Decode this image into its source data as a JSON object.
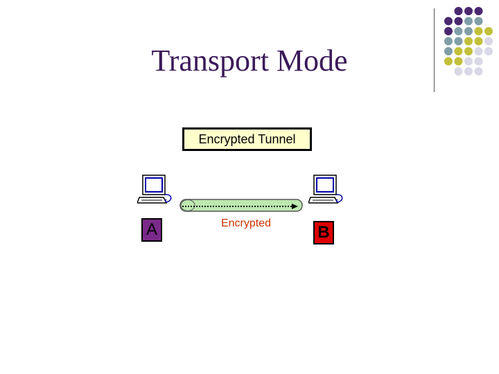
{
  "slide": {
    "title": "Transport Mode",
    "tunnel_label": "Encrypted Tunnel",
    "link_label": "Encrypted",
    "host_a_label": "A",
    "host_b_label": "B"
  },
  "colors": {
    "title": "#3b1a5a",
    "tunnel_label_bg": "#ffffcc",
    "link_label": "#cc3300",
    "host_a_bg": "#7a2a8a",
    "host_b_bg": "#dd0000",
    "tunnel_fill": "#bde8b0",
    "dot_palette": [
      "#4a2870",
      "#7f9ea8",
      "#c2c03a",
      "#d8d8e6"
    ]
  },
  "icons": {
    "host_a": "computer-icon",
    "host_b": "computer-icon",
    "decoration": "dot-grid-icon"
  }
}
